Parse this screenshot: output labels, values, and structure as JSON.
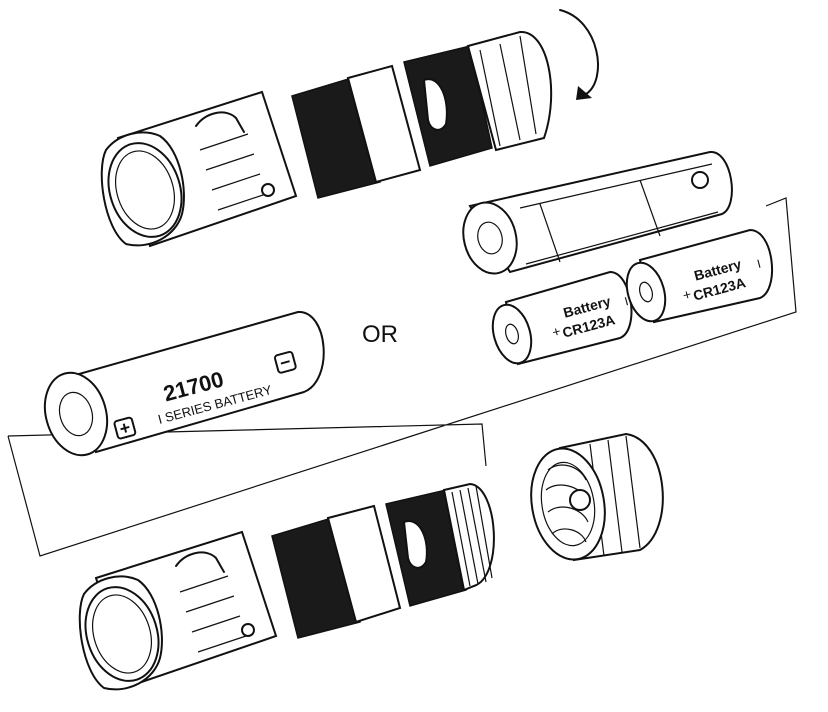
{
  "diagram": {
    "battery_21700": {
      "capacity_label": "21700",
      "series_label": "I SERIES BATTERY",
      "plus_symbol": "+",
      "minus_symbol": "−"
    },
    "or_label": "OR",
    "cr123a_cells": [
      {
        "line1": "Battery",
        "line2": "CR123A",
        "plus": "+",
        "marker": "I"
      },
      {
        "line1": "Battery",
        "line2": "CR123A",
        "plus": "+",
        "marker": "I"
      }
    ]
  }
}
